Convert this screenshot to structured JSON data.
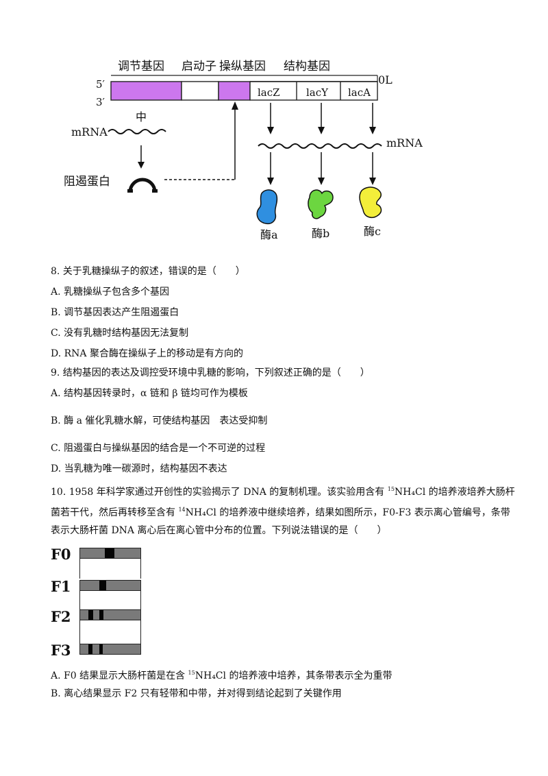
{
  "diagram": {
    "labels": {
      "regulator_gene": "调节基因",
      "promoter": "启动子",
      "operator_gene": "操纵基因",
      "structural_genes": "结构基因",
      "five_prime": "5′",
      "three_prime": "3′",
      "end_label": "0L",
      "middle_char": "中",
      "mrna_left": "mRNA",
      "mrna_right": "mRNA",
      "repressor": "阻遏蛋白",
      "genes": [
        "lacZ",
        "lacY",
        "lacA"
      ],
      "enzymes": [
        "酶a",
        "酶b",
        "酶c"
      ]
    },
    "colors": {
      "purple": "#cc77ee",
      "enzyme_a": "#2f8fe0",
      "enzyme_b": "#6cd640",
      "enzyme_c": "#f3ee3a"
    }
  },
  "questions": {
    "q8": {
      "stem": "8. 关于乳糖操纵子的叙述，错误的是（　　）",
      "A": "A. 乳糖操纵子包含多个基因",
      "B": "B. 调节基因表达产生阻遏蛋白",
      "C": "C. 没有乳糖时结构基因无法复制",
      "D": "D. RNA 聚合酶在操纵子上的移动是有方向的"
    },
    "q9": {
      "stem": "9. 结构基因的表达及调控受环境中乳糖的影响，下列叙述正确的是（　　）",
      "A": "A. 结构基因转录时，α 链和 β 链均可作为模板",
      "B": "B. 酶 a 催化乳糖水解，可使结构基因　表达受抑制",
      "C": "C. 阻遏蛋白与操纵基因的结合是一个不可逆的过程",
      "D": "D. 当乳糖为唯一碳源时，结构基因不表达"
    },
    "q10": {
      "line1_pre": "10. 1958 年科学家通过开创性的实验揭示了 DNA 的复制机理。该实验用含有 ",
      "line1_sup": "15",
      "line1_post": "NH₄Cl 的培养液培养大肠杆",
      "line2_pre": "菌若干代，然后再转移至含有 ",
      "line2_sup": "14",
      "line2_post": "NH₄Cl 的培养液中继续培养，结果如图所示，F0-F3 表示离心管编号，条带",
      "line3": "表示大肠杆菌 DNA 离心后在离心管中分布的位置。下列说法错误的是（　　）",
      "tubes": [
        "F0",
        "F1",
        "F2",
        "F3"
      ],
      "A_pre": "A. F0 结果显示大肠杆菌是在含 ",
      "A_sup": "15",
      "A_post": "NH₄Cl 的培养液中培养，其条带表示全为重带",
      "B": "B. 离心结果显示 F2 只有轻带和中带，并对得到结论起到了关键作用"
    }
  }
}
